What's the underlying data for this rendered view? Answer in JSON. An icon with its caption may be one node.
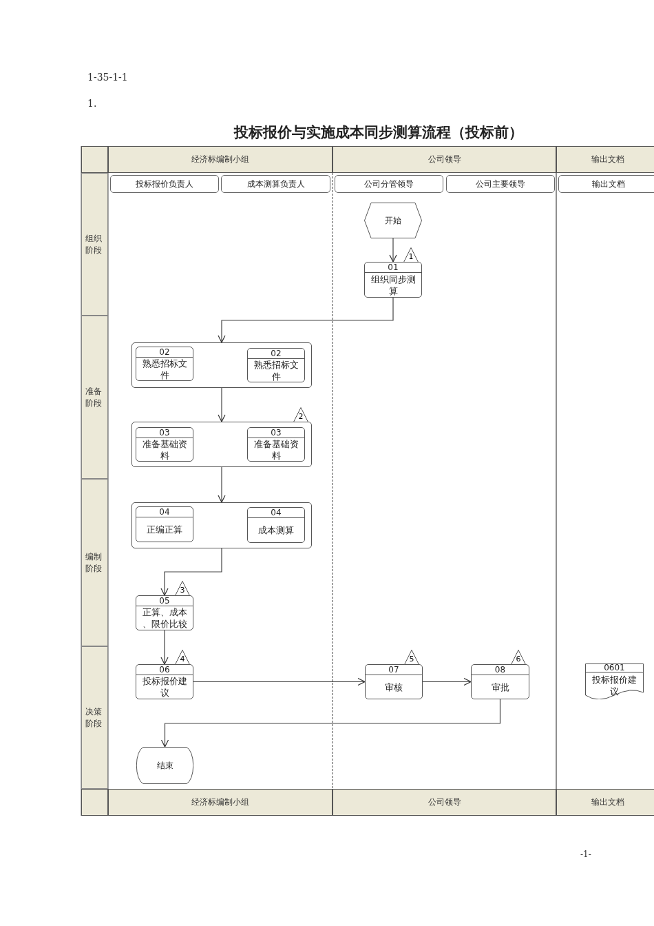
{
  "diagram": {
    "title": "投标报价与实施成本同步测算流程（投标前）",
    "nodes": [
      {
        "text": [
          "经济标编制小组"
        ]
      },
      {
        "text": [
          "公司领导"
        ]
      },
      {
        "text": [
          "输出文档"
        ]
      },
      {
        "text": [
          "投标报价负责人"
        ]
      },
      {
        "text": [
          "成本测算负责人"
        ]
      },
      {
        "text": [
          "公司分管领导"
        ]
      },
      {
        "text": [
          "公司主要领导"
        ]
      },
      {
        "text": [
          "输出文档"
        ]
      },
      {
        "text": [
          "组织阶段"
        ]
      },
      {
        "text": [
          "开始"
        ]
      },
      {
        "text": [
          "01",
          "组织同步测算"
        ],
        "beside": [
          "1"
        ]
      },
      {
        "text": [
          "准备阶段"
        ]
      },
      {
        "text": [],
        "shape": "box"
      },
      {
        "text": [
          "02",
          "熟悉招标文件"
        ],
        "in": 12
      },
      {
        "text": [
          "02",
          "熟悉招标文件"
        ],
        "in": 12
      },
      {
        "text": [],
        "shape": "box",
        "beside": [
          "2"
        ]
      },
      {
        "text": [
          "03",
          "准备基础资料"
        ],
        "in": 15
      },
      {
        "text": [
          "03",
          "准备基础资料"
        ],
        "in": 15
      },
      {
        "text": [
          "编制阶段"
        ]
      },
      {
        "text": [],
        "shape": "box"
      },
      {
        "text": [
          "04",
          "正编正算"
        ],
        "in": 19
      },
      {
        "text": [
          "04",
          "成本测算"
        ],
        "in": 19
      },
      {
        "text": [
          "05",
          "正算、成本、限价比较"
        ],
        "beside": [
          "3"
        ]
      },
      {
        "text": [
          "决策阶段"
        ]
      },
      {
        "text": [
          "06",
          "投标报价建议"
        ],
        "beside": [
          "4"
        ]
      },
      {
        "text": [
          "07",
          "审核"
        ],
        "beside": [
          "5"
        ]
      },
      {
        "text": [
          "08",
          "审批"
        ],
        "beside": [
          "6"
        ]
      },
      {
        "text": [
          "0601",
          "投标报价建议"
        ]
      },
      {
        "text": [
          "结束"
        ]
      },
      {
        "text": [
          "经济标编制小组"
        ]
      },
      {
        "text": [
          "公司领导"
        ]
      },
      {
        "text": [
          "输出文档"
        ]
      }
    ],
    "edges": [
      {
        "from": 9,
        "to": 10,
        "arrow": "to"
      },
      {
        "from": 10,
        "to": 12,
        "arrow": "to"
      },
      {
        "from": 12,
        "to": 15,
        "arrow": "to"
      },
      {
        "from": 15,
        "to": 19,
        "arrow": "to"
      },
      {
        "from": 19,
        "to": 22,
        "arrow": "to"
      },
      {
        "from": 22,
        "to": 24,
        "arrow": "to"
      },
      {
        "from": 24,
        "to": 25,
        "arrow": "to"
      },
      {
        "from": 25,
        "to": 26,
        "arrow": "to"
      },
      {
        "from": 26,
        "to": 28,
        "arrow": "to"
      }
    ],
    "labels": [
      "1-35-1-1",
      "1.",
      "-1-"
    ]
  }
}
